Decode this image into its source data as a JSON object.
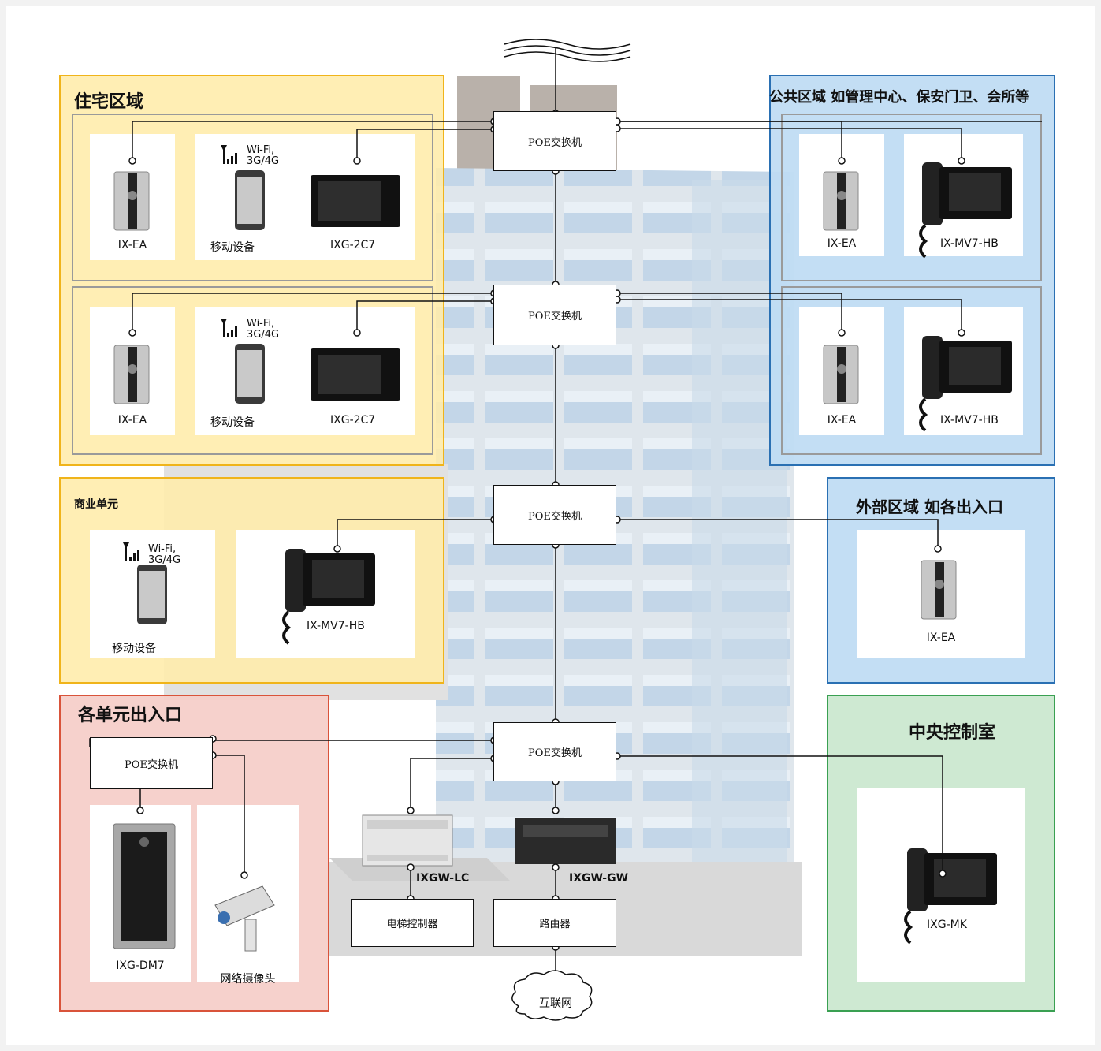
{
  "zones": {
    "residential": {
      "title": "住宅区域"
    },
    "public": {
      "title": "公共区域 如管理中心、保安门卫、会所等"
    },
    "commercial": {
      "title": "商业单元"
    },
    "external": {
      "title": "外部区域  如各出入口"
    },
    "entrances": {
      "title": "各单元出入口"
    },
    "control_room": {
      "title": "中央控制室"
    }
  },
  "switch_label": "POE交换机",
  "devices": {
    "ix_ea": "IX-EA",
    "mobile": "移动设备",
    "ixg_2c7": "IXG-2C7",
    "ix_mv7_hb": "IX-MV7-HB",
    "ixg_dm7": "IXG-DM7",
    "ip_camera": "网络摄像头",
    "ixgw_lc": "IXGW-LC",
    "ixgw_gw": "IXGW-GW",
    "ixg_mk": "IXG-MK"
  },
  "wifi_label": [
    "Wi-Fi,",
    "3G/4G"
  ],
  "boxes": {
    "elevator_controller": "电梯控制器",
    "router": "路由器",
    "internet": "互联网"
  },
  "colors": {
    "yellow_zone": "#ffecaa",
    "blue_zone": "#bedcf3",
    "red_zone": "#f5cdc8",
    "green_zone": "#cbe8d0"
  }
}
